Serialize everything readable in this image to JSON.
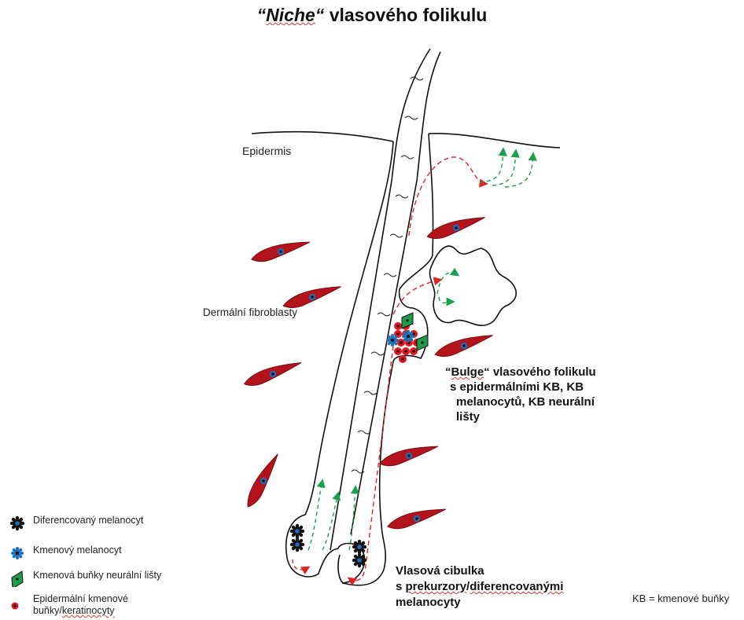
{
  "title": {
    "quoted": "Niche",
    "rest": "vlasového folikulu"
  },
  "labels": {
    "epidermis": "Epidermis",
    "fibroblasts": "Dermální fibroblasty",
    "bulge": [
      "“Bulge“ vlasového folikulu",
      "s epidermálními KB, KB",
      "melanocytů, KB neurální",
      "lišty"
    ],
    "bulb": [
      "Vlasová cibulka",
      "s prekurzory/diferencovanými",
      "melanocyty"
    ],
    "abbrev": "KB = kmenové buňky"
  },
  "legend": [
    {
      "icon": "differentiated-melanocyte-icon",
      "text": "Diferencovaný melanocyt"
    },
    {
      "icon": "stem-melanocyte-icon",
      "text": "Kmenový melanocyt"
    },
    {
      "icon": "neural-crest-stem-cell-icon",
      "text": "Kmenová buňky neurální lišty"
    },
    {
      "icon": "epidermal-stem-cell-icon",
      "text": [
        "Epidermální kmenové",
        "buňky/keratinocyty"
      ]
    }
  ],
  "colors": {
    "fibroblast": "#b3141c",
    "nucleus": "#1f6fb5",
    "neural_crest": "#1e9b4a",
    "epidermal_cell": "#e8141c",
    "red_arrow": "#e02424",
    "green_arrow": "#1aa04a",
    "outline": "#111111"
  }
}
